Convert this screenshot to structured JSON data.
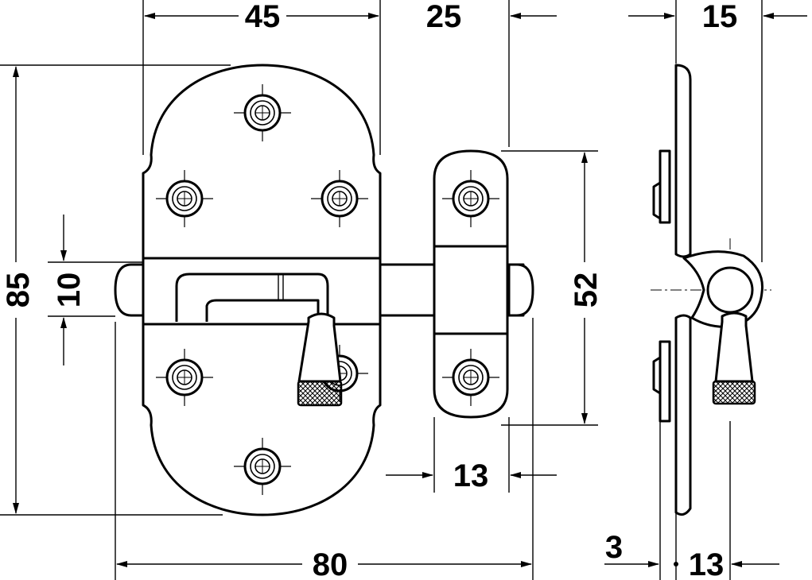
{
  "drawing": {
    "dimensions": {
      "plate_width": "45",
      "bolt_projection": "25",
      "side_depth": "15",
      "plate_height": "85",
      "bolt_diameter": "10",
      "keeper_height": "52",
      "keeper_width": "13",
      "overall_length": "80",
      "plate_thickness": "3",
      "side_offset": "13"
    },
    "colors": {
      "line": "#000000",
      "background": "#ffffff"
    }
  }
}
